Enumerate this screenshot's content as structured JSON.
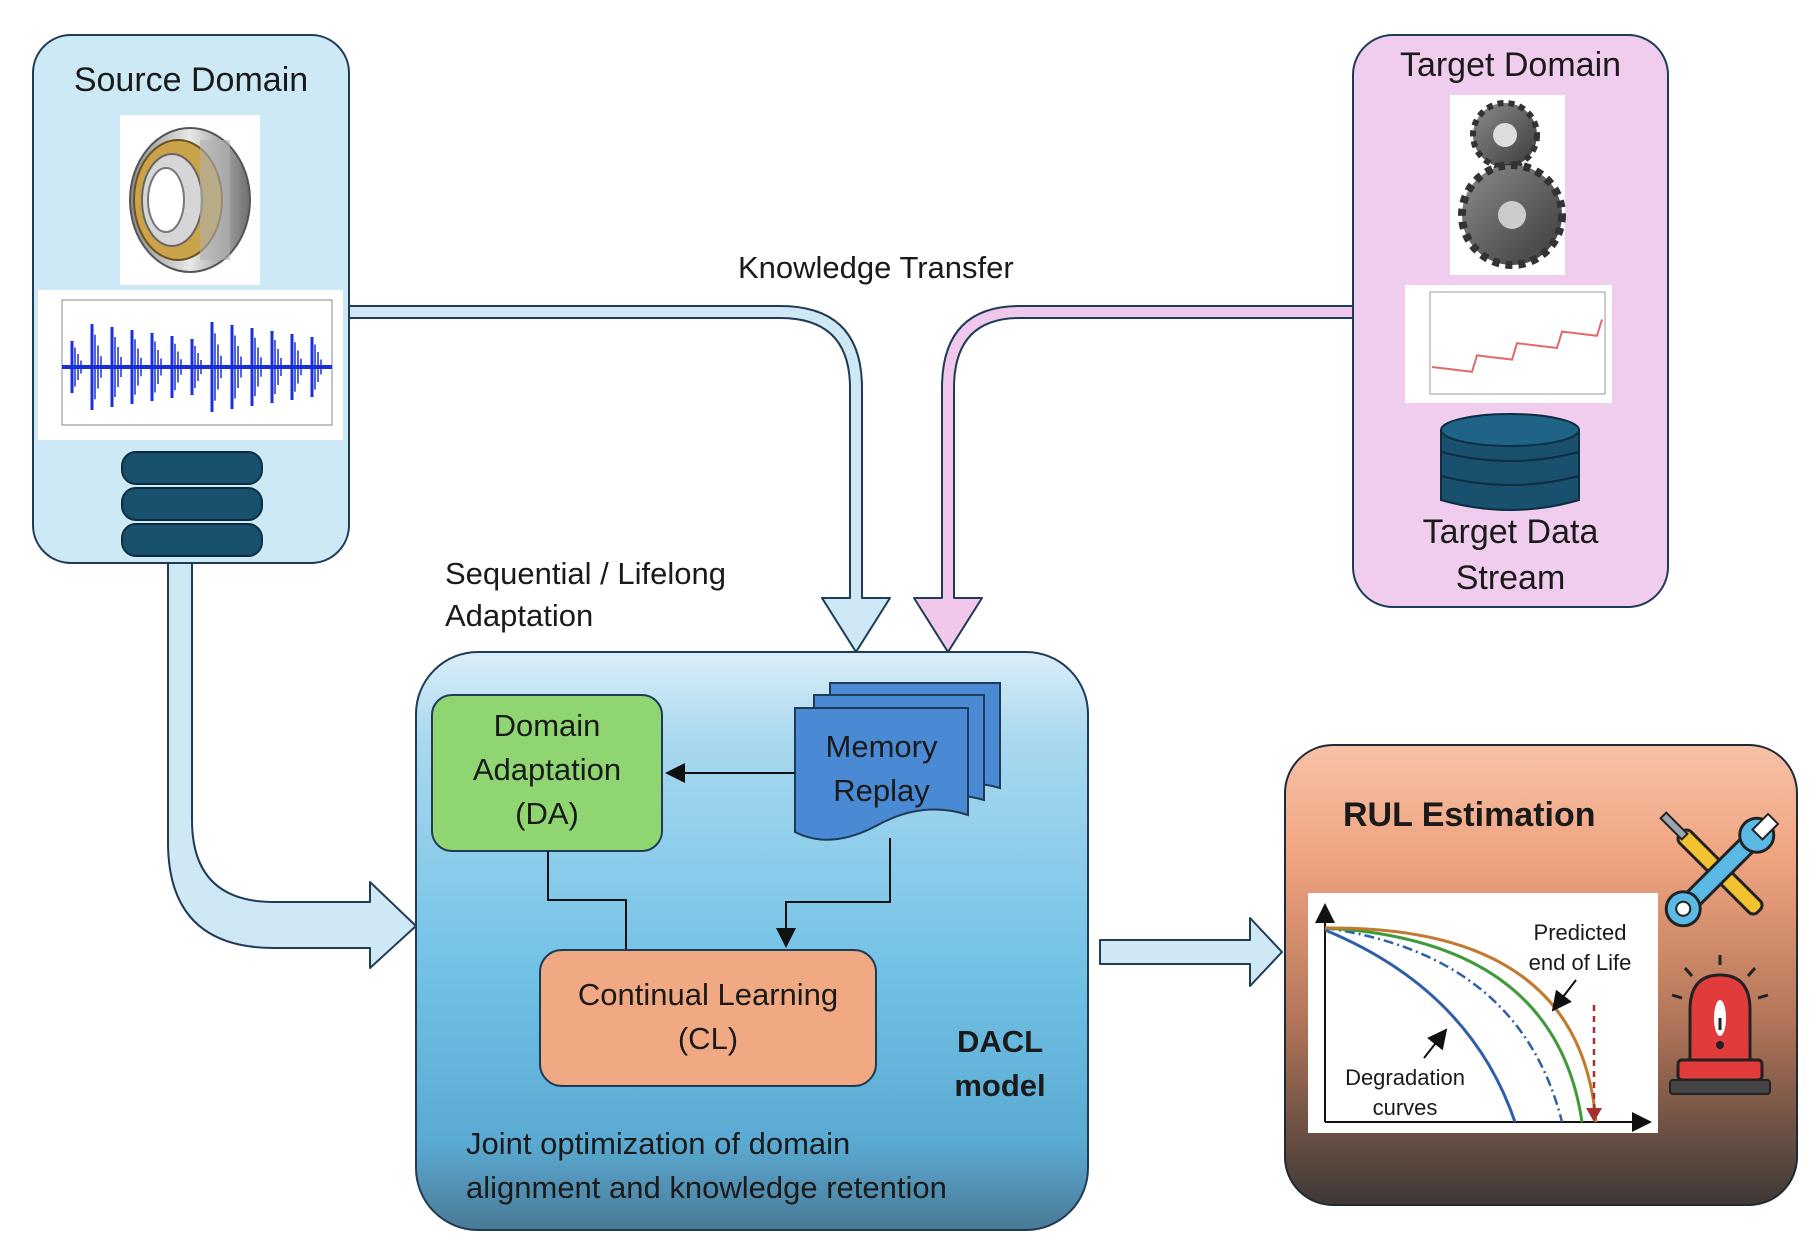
{
  "source_domain": {
    "title": "Source Domain"
  },
  "target_domain": {
    "title": "Target Domain",
    "stream_label_line1": "Target Data",
    "stream_label_line2": "Stream"
  },
  "arrows": {
    "knowledge_transfer": "Knowledge Transfer",
    "sequential_line1": "Sequential / Lifelong",
    "sequential_line2": "Adaptation"
  },
  "dacl": {
    "domain_adaptation": [
      "Domain",
      "Adaptation",
      "(DA)"
    ],
    "memory_replay": [
      "Memory",
      "Replay"
    ],
    "continual_learning": [
      "Continual Learning",
      "(CL)"
    ],
    "model_label": [
      "DACL",
      "model"
    ],
    "joint_optimization": [
      "Joint optimization of domain",
      "alignment and knowledge retention"
    ]
  },
  "rul": {
    "title": "RUL Estimation",
    "predicted_label": [
      "Predicted",
      "end of Life"
    ],
    "degradation_label": [
      "Degradation",
      "curves"
    ]
  },
  "colors": {
    "source_bg": "#cde9f6",
    "target_bg": "#f0cdee",
    "dacl_top": "#d6ecf7",
    "dacl_mid": "#72c2e6",
    "dacl_bottom": "#3f8fb8",
    "da_box": "#8fd672",
    "cl_box": "#f1a983",
    "memory_box": "#4a8ad4",
    "rul_top": "#f0a37f",
    "rul_bottom": "#3f3a38",
    "source_arrow": "#cfe8f6",
    "target_arrow": "#f1c8ec"
  },
  "icons": [
    "bearing-image",
    "vibration-signal-plot",
    "database-icon",
    "gear-image",
    "temperature-signal-plot",
    "wrench-screwdriver-icon",
    "alarm-siren-icon"
  ]
}
